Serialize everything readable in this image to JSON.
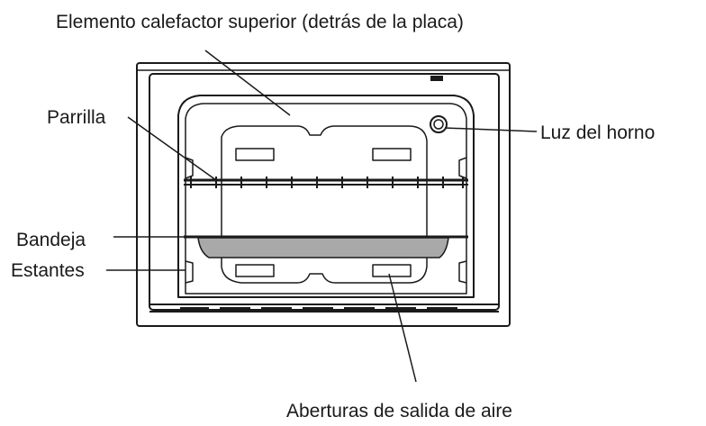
{
  "labels": {
    "top_heating_element": "Elemento calefactor superior (detrás de la placa)",
    "grill": "Parrilla",
    "oven_light": "Luz del horno",
    "tray": "Bandeja",
    "shelves": "Estantes",
    "air_outlets": "Aberturas de salida de aire"
  },
  "colors": {
    "line": "#1a1a1a",
    "tray_fill": "#a9a9a9"
  }
}
